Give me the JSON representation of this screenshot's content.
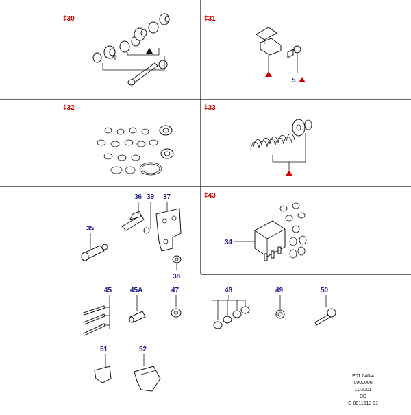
{
  "panels": [
    {
      "ref": "30"
    },
    {
      "ref": "31"
    },
    {
      "ref": "32"
    },
    {
      "ref": "33"
    },
    {
      "ref": "43"
    }
  ],
  "callouts": [
    "36",
    "39",
    "37",
    "35",
    "38",
    "34",
    "45",
    "45A",
    "47",
    "48",
    "49",
    "50",
    "51",
    "52"
  ],
  "callout_31_qty": "5",
  "ref_symbol": "‡",
  "marker_color": "#cc0000",
  "callout_color": "#1a1a8c",
  "stamp": [
    "E01.040/4",
    "0000000",
    "11-2001",
    "DD",
    "G 0011613 01"
  ]
}
